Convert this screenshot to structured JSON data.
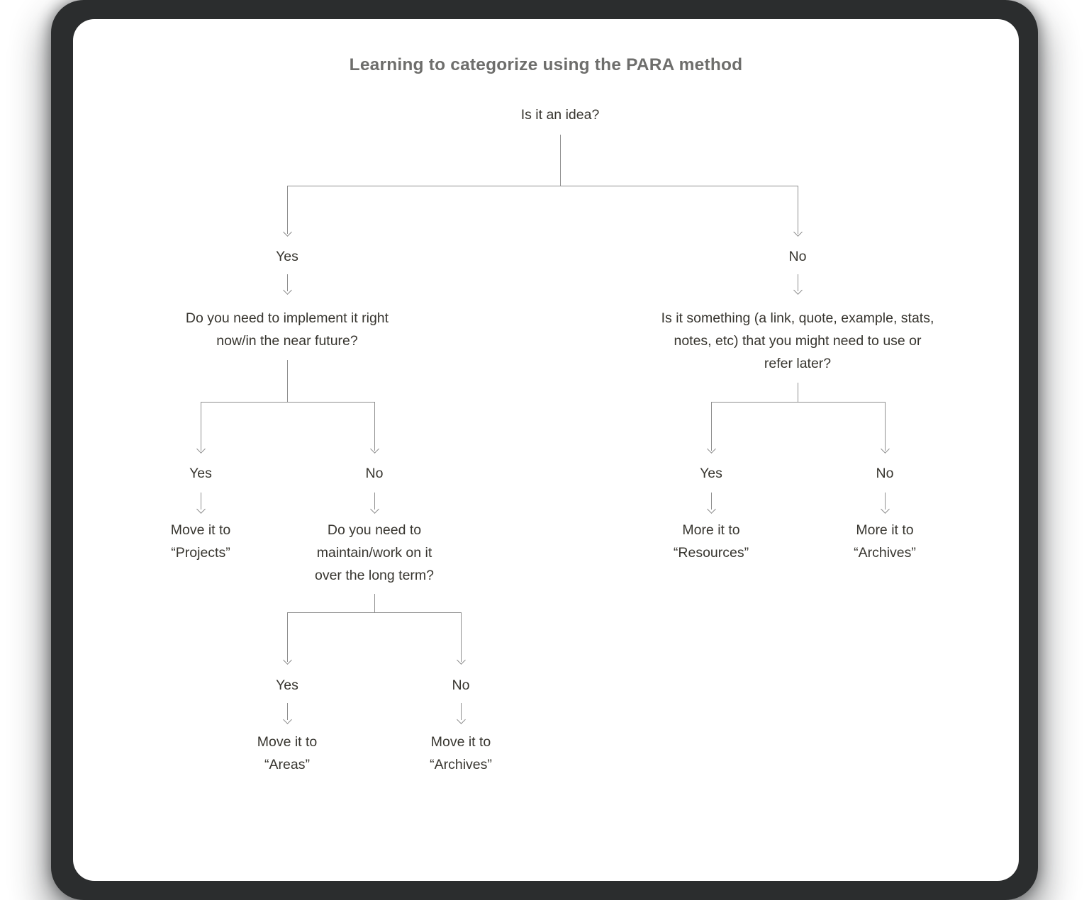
{
  "title": "Learning to categorize using the PARA method",
  "colors": {
    "line": "#8f8f8f",
    "text": "#37352f",
    "title": "#6e6e6c",
    "frame": "#2b2d2e",
    "card": "#ffffff",
    "page": "#ffffff"
  },
  "icons": {
    "down_arrow_icon": "↓"
  },
  "nodes": {
    "root": {
      "lines": [
        "Is it an idea?"
      ]
    },
    "yes1": {
      "lines": [
        "Yes"
      ]
    },
    "no1": {
      "lines": [
        "No"
      ]
    },
    "q_implement": {
      "lines": [
        "Do you need to implement it right",
        "now/in the near future?"
      ]
    },
    "q_reference": {
      "lines": [
        "Is it something (a link, quote, example, stats,",
        "notes, etc) that you might need to use or",
        "refer later?"
      ]
    },
    "yes2": {
      "lines": [
        "Yes"
      ]
    },
    "no2": {
      "lines": [
        "No"
      ]
    },
    "move_projects": {
      "lines": [
        "Move it to",
        "“Projects”"
      ]
    },
    "q_maintain": {
      "lines": [
        "Do you need to",
        "maintain/work on it",
        "over the long term?"
      ]
    },
    "yes3": {
      "lines": [
        "Yes"
      ]
    },
    "no3": {
      "lines": [
        "No"
      ]
    },
    "more_resources": {
      "lines": [
        "More it to",
        "“Resources”"
      ]
    },
    "more_archives": {
      "lines": [
        "More it to",
        "“Archives”"
      ]
    },
    "yes4": {
      "lines": [
        "Yes"
      ]
    },
    "no4": {
      "lines": [
        "No"
      ]
    },
    "move_areas": {
      "lines": [
        "Move it to",
        "“Areas”"
      ]
    },
    "move_archives": {
      "lines": [
        "Move it to",
        "“Archives”"
      ]
    }
  }
}
